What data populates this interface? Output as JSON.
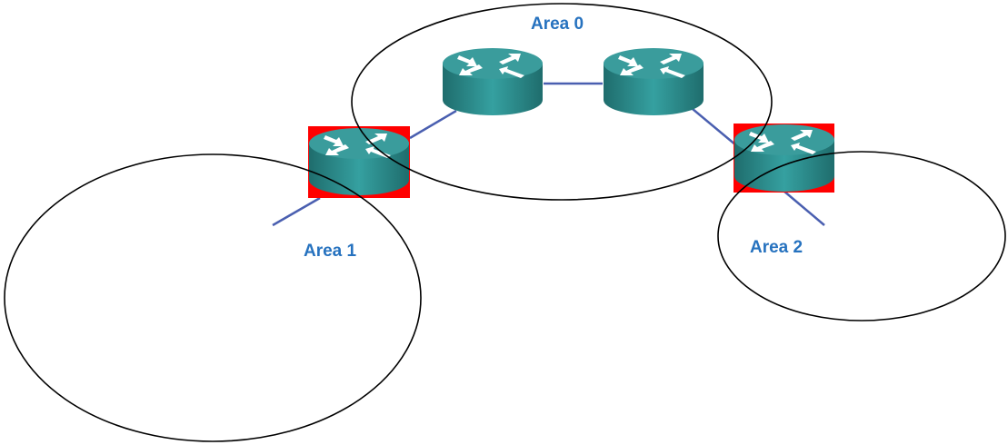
{
  "areas": [
    {
      "label": "Area 0"
    },
    {
      "label": "Area 1"
    },
    {
      "label": "Area 2"
    }
  ],
  "colors": {
    "label": "#2672bf",
    "link": "#4a5fb0",
    "abr_highlight": "#ff0000",
    "router": "#2e8f8f"
  },
  "icons": [
    "router-icon"
  ]
}
